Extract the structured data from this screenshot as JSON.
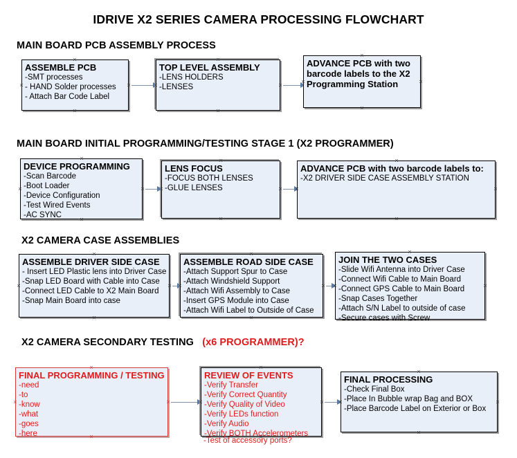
{
  "title": "IDRIVE X2  SERIES CAMERA PROCESSING FLOWCHART",
  "colors": {
    "box_fill": "#e9eff8",
    "box_border": "#000000",
    "connector": "#7f93ad",
    "accent_red": "#e01b1b",
    "text": "#000000"
  },
  "sections": [
    {
      "id": "main-board-pcb-assembly",
      "heading": "MAIN BOARD PCB ASSEMBLY PROCESS",
      "heading_accent": "",
      "boxes": [
        {
          "id": "assemble-pcb",
          "title": "ASSEMBLE PCB",
          "lines": [
            "-SMT processes",
            "- HAND Solder processes",
            "- Attach Bar Code Label"
          ]
        },
        {
          "id": "top-level-assembly",
          "title": "TOP LEVEL ASSEMBLY",
          "lines": [
            "-LENS HOLDERS",
            "-LENSES"
          ]
        },
        {
          "id": "advance-pcb-programming-station",
          "title": "ADVANCE PCB with two barcode labels to the  X2 Programming Station",
          "lines": []
        }
      ]
    },
    {
      "id": "main-board-initial-programming",
      "heading": "MAIN BOARD INITIAL PROGRAMMING/TESTING STAGE 1 (X2 PROGRAMMER)",
      "heading_accent": "",
      "boxes": [
        {
          "id": "device-programming",
          "title": "DEVICE PROGRAMMING",
          "lines": [
            "-Scan Barcode",
            "-Boot Loader",
            "-Device Configuration",
            "-Test Wired Events",
            "-AC SYNC"
          ]
        },
        {
          "id": "lens-focus",
          "title": "LENS FOCUS",
          "lines": [
            "-FOCUS BOTH LENSES",
            "-GLUE LENSES"
          ]
        },
        {
          "id": "advance-pcb-driver-side-case",
          "title": "ADVANCE PCB with two barcode labels to:",
          "lines": [
            "-X2 DRIVER  SIDE  CASE  ASSEMBLY STATION"
          ]
        }
      ]
    },
    {
      "id": "x2-camera-case-assemblies",
      "heading": "X2 CAMERA CASE ASSEMBLIES",
      "heading_accent": "",
      "boxes": [
        {
          "id": "assemble-driver-side-case",
          "title": "ASSEMBLE DRIVER SIDE CASE",
          "lines": [
            "- Insert LED Plastic lens into Driver Case",
            "-Snap LED Board with Cable into Case",
            "-Connect LED Cable to X2 Main Board",
            "-Snap Main Board into case"
          ]
        },
        {
          "id": "assemble-road-side-case",
          "title": "ASSEMBLE ROAD SIDE CASE",
          "lines": [
            "-Attach Support Spur to Case",
            "-Attach Windshield Support",
            "-Attach Wifi Assembly to Case",
            "-Insert GPS Module into Case",
            "-Attach Wifi Label to Outside of Case"
          ]
        },
        {
          "id": "join-the-two-cases",
          "title": "JOIN THE TWO CASES",
          "lines": [
            "-Slide Wifi Antenna into Driver Case",
            "-Connect Wifi Cable to Main Board",
            "-Connect GPS Cable to Main Board",
            "-Snap Cases Together",
            "-Attach S/N Label to outside of case",
            "-Secure cases with Screw"
          ]
        }
      ]
    },
    {
      "id": "x2-camera-secondary-testing",
      "heading": "X2 CAMERA SECONDARY TESTING",
      "heading_accent": "(x6 PROGRAMMER)?",
      "boxes": [
        {
          "id": "final-programming-testing",
          "title": "FINAL PROGRAMMING / TESTING",
          "lines": [
            "-need",
            "-to",
            "-know",
            "-what",
            "-goes",
            "-here"
          ]
        },
        {
          "id": "review-of-events",
          "title": "REVIEW OF EVENTS",
          "lines": [
            "-Verify Transfer",
            "-Verify Correct Quantity",
            "-Verify Quality of Video",
            "-Verify LEDs function",
            "-Verify Audio",
            "-Verify BOTH Accelerometers"
          ],
          "overflow_line": "-Test of accessory ports?"
        },
        {
          "id": "final-processing",
          "title": "FINAL PROCESSING",
          "lines": [
            "-Check Final Box",
            "-Place In Bubble wrap Bag and BOX",
            "-Place Barcode Label on Exterior or Box"
          ]
        }
      ]
    }
  ]
}
